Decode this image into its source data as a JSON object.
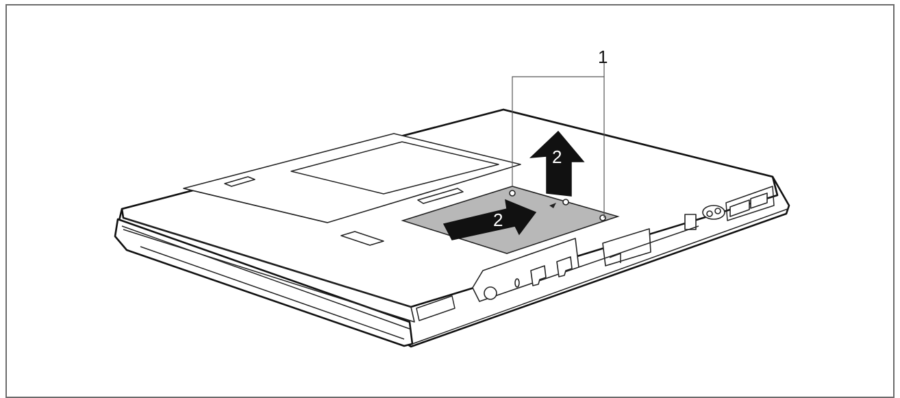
{
  "figure": {
    "callout_number": "1",
    "arrow_up_label": "2",
    "arrow_slide_label": "2",
    "colors": {
      "line": "#111111",
      "cover_fill": "#b8b8b8",
      "arrow_fill": "#111111",
      "frame": "#6b6b6b"
    }
  }
}
